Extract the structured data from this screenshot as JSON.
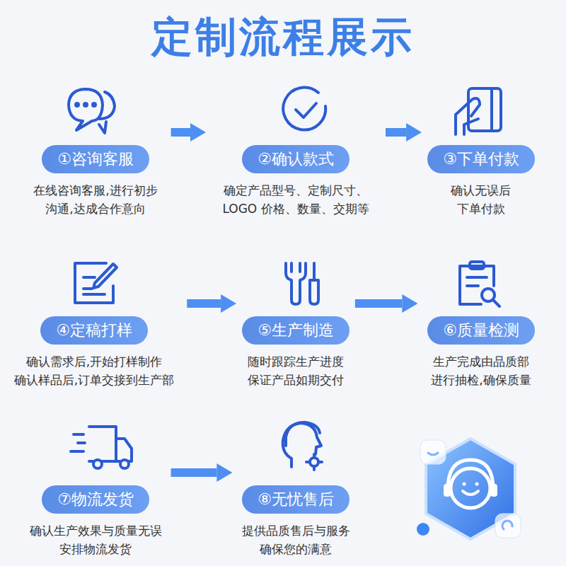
{
  "diagram": {
    "title": "定制流程展示",
    "nodes": [
      {
        "text": [
          "①咨询客服",
          "在线咨询客服,进行初步 沟通,达成合作意向"
        ]
      },
      {
        "text": [
          "②确认款式",
          "确定产品型号、定制尺寸、LOGO 价格、数量、交期等"
        ]
      },
      {
        "text": [
          "③下单付款",
          "确认无误后 下单付款"
        ]
      },
      {
        "text": [
          "④定稿打样",
          "确认需求后,开始打样制作 确认样品后,订单交接到生产部"
        ]
      },
      {
        "text": [
          "⑤生产制造",
          "随时跟踪生产进度 保证产品如期交付"
        ]
      },
      {
        "text": [
          "⑥质量检测",
          "生产完成由品质部 进行抽检,确保质量"
        ]
      },
      {
        "text": [
          "⑦物流发货",
          "确认生产效果与质量无误 安排物流发货"
        ]
      },
      {
        "text": [
          "⑧无忧售后",
          "提供品质售后与服务 确保您的满意"
        ]
      }
    ],
    "edges": [
      {
        "from": 0,
        "to": 1,
        "arrow": "to"
      },
      {
        "from": 1,
        "to": 2,
        "arrow": "to"
      },
      {
        "from": 3,
        "to": 4,
        "arrow": "to"
      },
      {
        "from": 4,
        "to": 5,
        "arrow": "to"
      },
      {
        "from": 6,
        "to": 7,
        "arrow": "to"
      }
    ]
  }
}
